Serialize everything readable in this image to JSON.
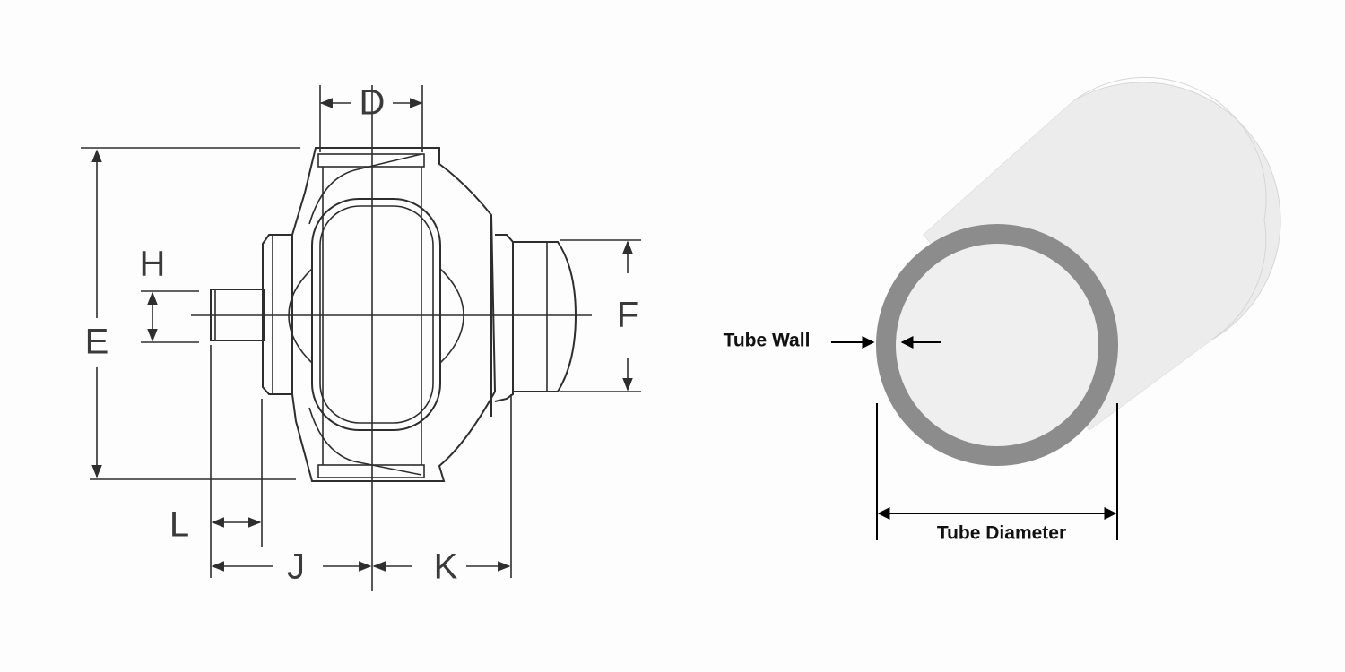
{
  "ujoint_diagram": {
    "dimension_labels": {
      "D": "D",
      "E": "E",
      "F": "F",
      "H": "H",
      "J": "J",
      "K": "K",
      "L": "L"
    }
  },
  "tube_diagram": {
    "tube_wall_label": "Tube Wall",
    "tube_diameter_label": "Tube Diameter",
    "colors": {
      "tube_body": "#ececec",
      "tube_wall": "#8c8c8c",
      "tube_inner": "#efefef"
    }
  }
}
